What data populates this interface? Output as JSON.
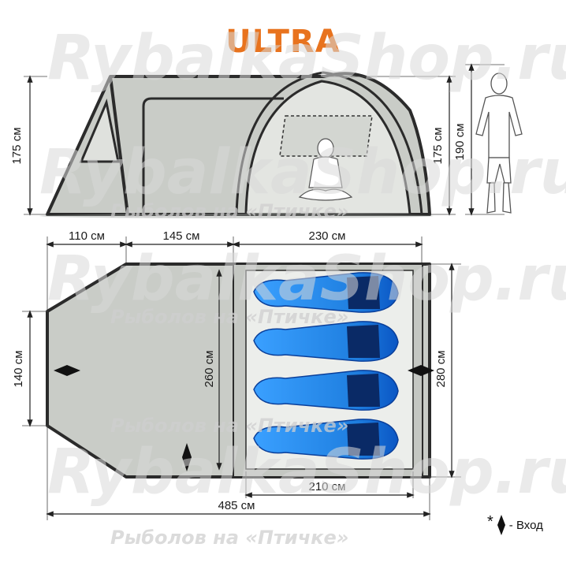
{
  "title": "ULTRA",
  "watermark": {
    "domain": "RybalkaShop.ru",
    "slogan": "Рыболов на «Птичке»"
  },
  "side_view": {
    "height_left": "175 см",
    "height_right": "175 см",
    "person_height": "190 см"
  },
  "plan_view": {
    "vestibule_depth": "110 см",
    "hall_depth": "145 см",
    "bedroom_length": "230 см",
    "vestibule_width": "140 см",
    "inner_width": "260 см",
    "outer_width": "280 см",
    "inner_length": "210 см",
    "total_length": "485 см",
    "sleeping_bags": 4
  },
  "legend": {
    "symbol": "*",
    "label": "- Вход"
  },
  "colors": {
    "title": "#e8731e",
    "tent_fill": "#c9ccc7",
    "tent_outline": "#2b2b2b",
    "floor_fill": "#e6e8e4",
    "sleeping_bag": "#1f7fe0",
    "sleeping_bag_dark": "#0a3f9a"
  },
  "icons": [
    "entrance-icon",
    "person-silhouette-icon",
    "sitting-person-icon"
  ]
}
